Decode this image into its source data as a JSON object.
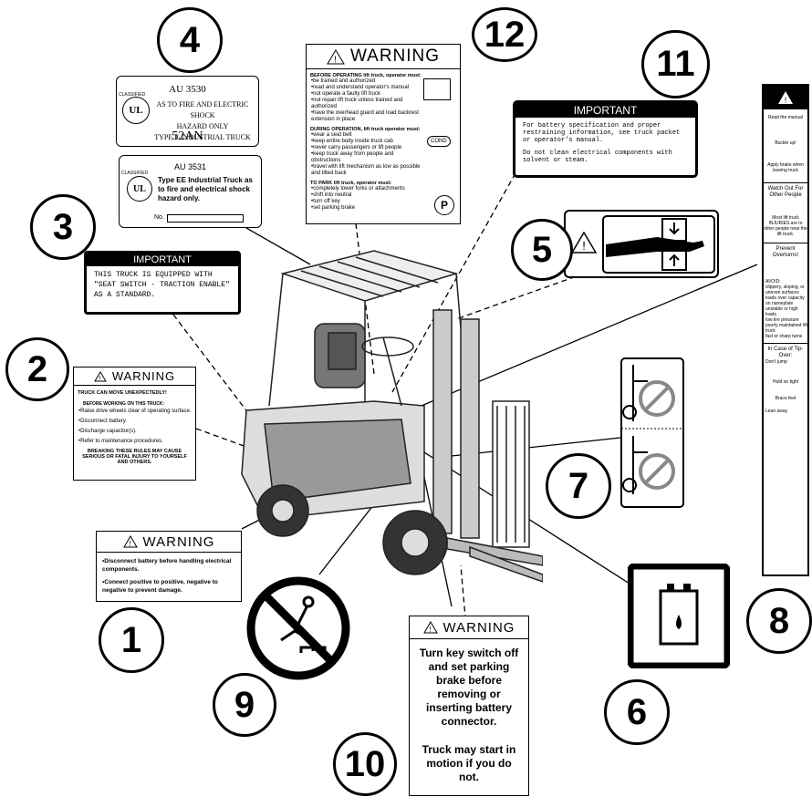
{
  "callouts": [
    "1",
    "2",
    "3",
    "4",
    "5",
    "6",
    "7",
    "8",
    "9",
    "10",
    "11",
    "12"
  ],
  "label1": {
    "title": "WARNING",
    "bullets": [
      "Disconnect battery before handling electrical components.",
      "Connect positive to positive, negative to negative to prevent damage."
    ]
  },
  "label2": {
    "title": "WARNING",
    "subtitle": "TRUCK CAN MOVE UNEXPECTEDLY!",
    "before": "BEFORE WORKING ON THIS TRUCK:",
    "bullets": [
      "Raise drive wheels clear of operating surface.",
      "Disconnect battery.",
      "Discharge capacitor(s).",
      "Refer to maintenance procedures."
    ],
    "footer": "BREAKING THESE RULES MAY CAUSE SERIOUS OR FATAL INJURY TO YOURSELF AND OTHERS."
  },
  "label3": {
    "code": "AU 3531",
    "classified": "CLASSIFIED",
    "text": "Type EE Industrial Truck as to fire and electrical shock hazard only.",
    "no": "No."
  },
  "label4": {
    "code": "AU 3530",
    "classified": "CLASSIFIED",
    "line1": "AS TO FIRE AND ELECTRIC SHOCK",
    "line2": "HAZARD ONLY",
    "line3": "TYPE E INDUSTRIAL TRUCK",
    "model": "52AN"
  },
  "label_important_seat": {
    "title": "IMPORTANT",
    "text": "THIS TRUCK IS EQUIPPED WITH \"SEAT SWITCH - TRACTION ENABLE\" AS A STANDARD."
  },
  "label10": {
    "title": "WARNING",
    "text1": "Turn key switch off and set parking brake before removing or inserting battery connector.",
    "text2": "Truck may start in motion if you do not."
  },
  "label11": {
    "title": "IMPORTANT",
    "line1": "For battery specification and proper restraining information, see truck packet or operator's manual.",
    "line2": "Do not clean electrical components with solvent or steam."
  },
  "label12": {
    "title": "WARNING",
    "before": "BEFORE OPERATING lift truck, operator must:",
    "before_items": [
      "be trained and authorized",
      "read and understand operator's manual",
      "not operate a faulty lift truck",
      "not repair lift truck unless trained and authorized",
      "have the overhead guard and load backrest extension in place"
    ],
    "during": "DURING OPERATION, lift truck operator must:",
    "during_items": [
      "wear a seat belt",
      "keep entire body inside truck cab",
      "never carry passengers or lift people",
      "keep truck away from people and obstructions",
      "travel with lift mechanism as low as possible and tilted back"
    ],
    "park": "TO PARK lift truck, operator must:",
    "park_items": [
      "completely lower forks or attachments",
      "shift into neutral",
      "turn off key",
      "set parking brake"
    ],
    "cond": "COND"
  },
  "label8": {
    "sections": [
      "Read the manual",
      "Buckle up!",
      "Apply brake when leaving truck",
      "Watch Out For Other People",
      "Most lift truck INJURIES are to other people near the lift truck.",
      "Prevent Overturns!",
      "AVOID:",
      "slippery, sloping, or uneven surfaces",
      "loads over capacity on nameplate",
      "unstable or high loads",
      "low tire pressure",
      "poorly maintained lift truck",
      "fast or sharp turns",
      "In Case of Tip-Over:",
      "Don't jump",
      "Hold on tight",
      "Brace feet",
      "Lean away"
    ]
  },
  "colors": {
    "ink": "#000000",
    "paper": "#ffffff",
    "machine": "#555555"
  }
}
